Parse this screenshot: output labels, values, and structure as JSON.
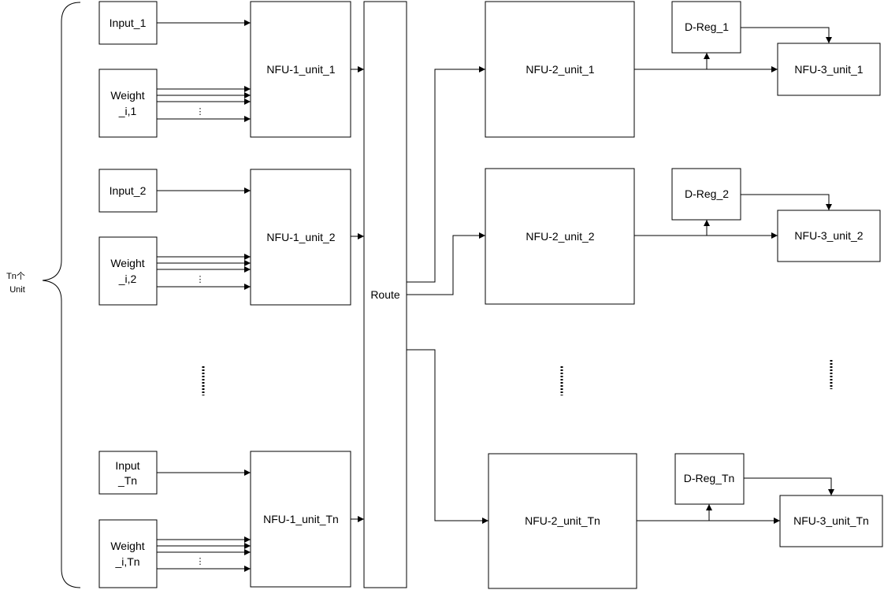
{
  "brace_label": {
    "line1": "Tn个",
    "line2": "Unit"
  },
  "units": [
    {
      "input_label": [
        "Input_1"
      ],
      "weight_label": [
        "Weight",
        "_i,1"
      ],
      "nfu1_label": "NFU-1_unit_1",
      "nfu2_label": "NFU-2_unit_1",
      "dreg_label": "D-Reg_1",
      "nfu3_label": "NFU-3_unit_1"
    },
    {
      "input_label": [
        "Input_2"
      ],
      "weight_label": [
        "Weight",
        "_i,2"
      ],
      "nfu1_label": "NFU-1_unit_2",
      "nfu2_label": "NFU-2_unit_2",
      "dreg_label": "D-Reg_2",
      "nfu3_label": "NFU-3_unit_2"
    },
    {
      "input_label": [
        "Input",
        "_Tn"
      ],
      "weight_label": [
        "Weight",
        "_i,Tn"
      ],
      "nfu1_label": "NFU-1_unit_Tn",
      "nfu2_label": "NFU-2_unit_Tn",
      "dreg_label": "D-Reg_Tn",
      "nfu3_label": "NFU-3_unit_Tn"
    }
  ],
  "route_label": "Route",
  "weight_input_ellipsis": "⋮"
}
